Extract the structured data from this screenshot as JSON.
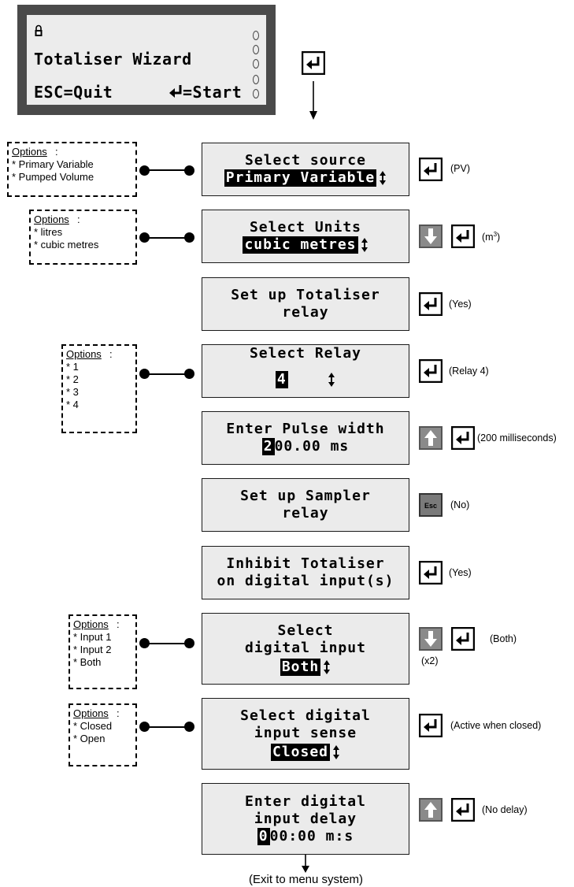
{
  "lcd": {
    "line1": "Totaliser Wizard",
    "esc_label": "ESC=Quit",
    "start_label": "=Start"
  },
  "steps": [
    {
      "lines": [
        "Select source"
      ],
      "value": "Primary Variable",
      "note": "(PV)"
    },
    {
      "lines": [
        "Select Units"
      ],
      "value": "cubic metres",
      "note_prefix": "(m",
      "note_sup": "3",
      "note_suffix": ")"
    },
    {
      "lines": [
        "Set up Totaliser",
        "relay"
      ],
      "note": "(Yes)"
    },
    {
      "lines": [
        "Select Relay"
      ],
      "value": "4",
      "note": "(Relay 4)"
    },
    {
      "lines": [
        "Enter Pulse width"
      ],
      "value_hl": "2",
      "value_rest": "00.00 ms",
      "note": "(200 milliseconds)"
    },
    {
      "lines": [
        "Set up Sampler",
        "relay"
      ],
      "esc_key": "Esc",
      "note": "(No)"
    },
    {
      "lines": [
        "Inhibit Totaliser",
        "on digital input(s)"
      ],
      "note": "(Yes)"
    },
    {
      "lines": [
        "Select",
        "digital input"
      ],
      "value": "Both",
      "note": "(Both)",
      "sub_note": "(x2)"
    },
    {
      "lines": [
        "Select digital",
        "input sense"
      ],
      "value": "Closed",
      "note": "(Active when closed)"
    },
    {
      "lines": [
        "Enter digital",
        "input delay"
      ],
      "value_hl": "0",
      "value_rest": "00:00 m:s",
      "note": "(No delay)"
    }
  ],
  "options": [
    {
      "title": "Options",
      "items": [
        "* Primary Variable",
        "* Pumped Volume"
      ]
    },
    {
      "title": "Options",
      "items": [
        "* litres",
        "* cubic metres"
      ]
    },
    {
      "title": "Options",
      "items": [
        "* 1",
        "* 2",
        "* 3",
        "* 4"
      ]
    },
    {
      "title": "Options",
      "items": [
        "* Input 1",
        "* Input 2",
        "* Both"
      ]
    },
    {
      "title": "Options",
      "items": [
        "* Closed",
        "* Open"
      ]
    }
  ],
  "exit_label": "(Exit to menu system)",
  "colors": {
    "lcd_frame": "#4a4a4a",
    "lcd_screen": "#ececec",
    "panel_bg": "#ebebeb",
    "key_grey": "#8a8a8a"
  }
}
